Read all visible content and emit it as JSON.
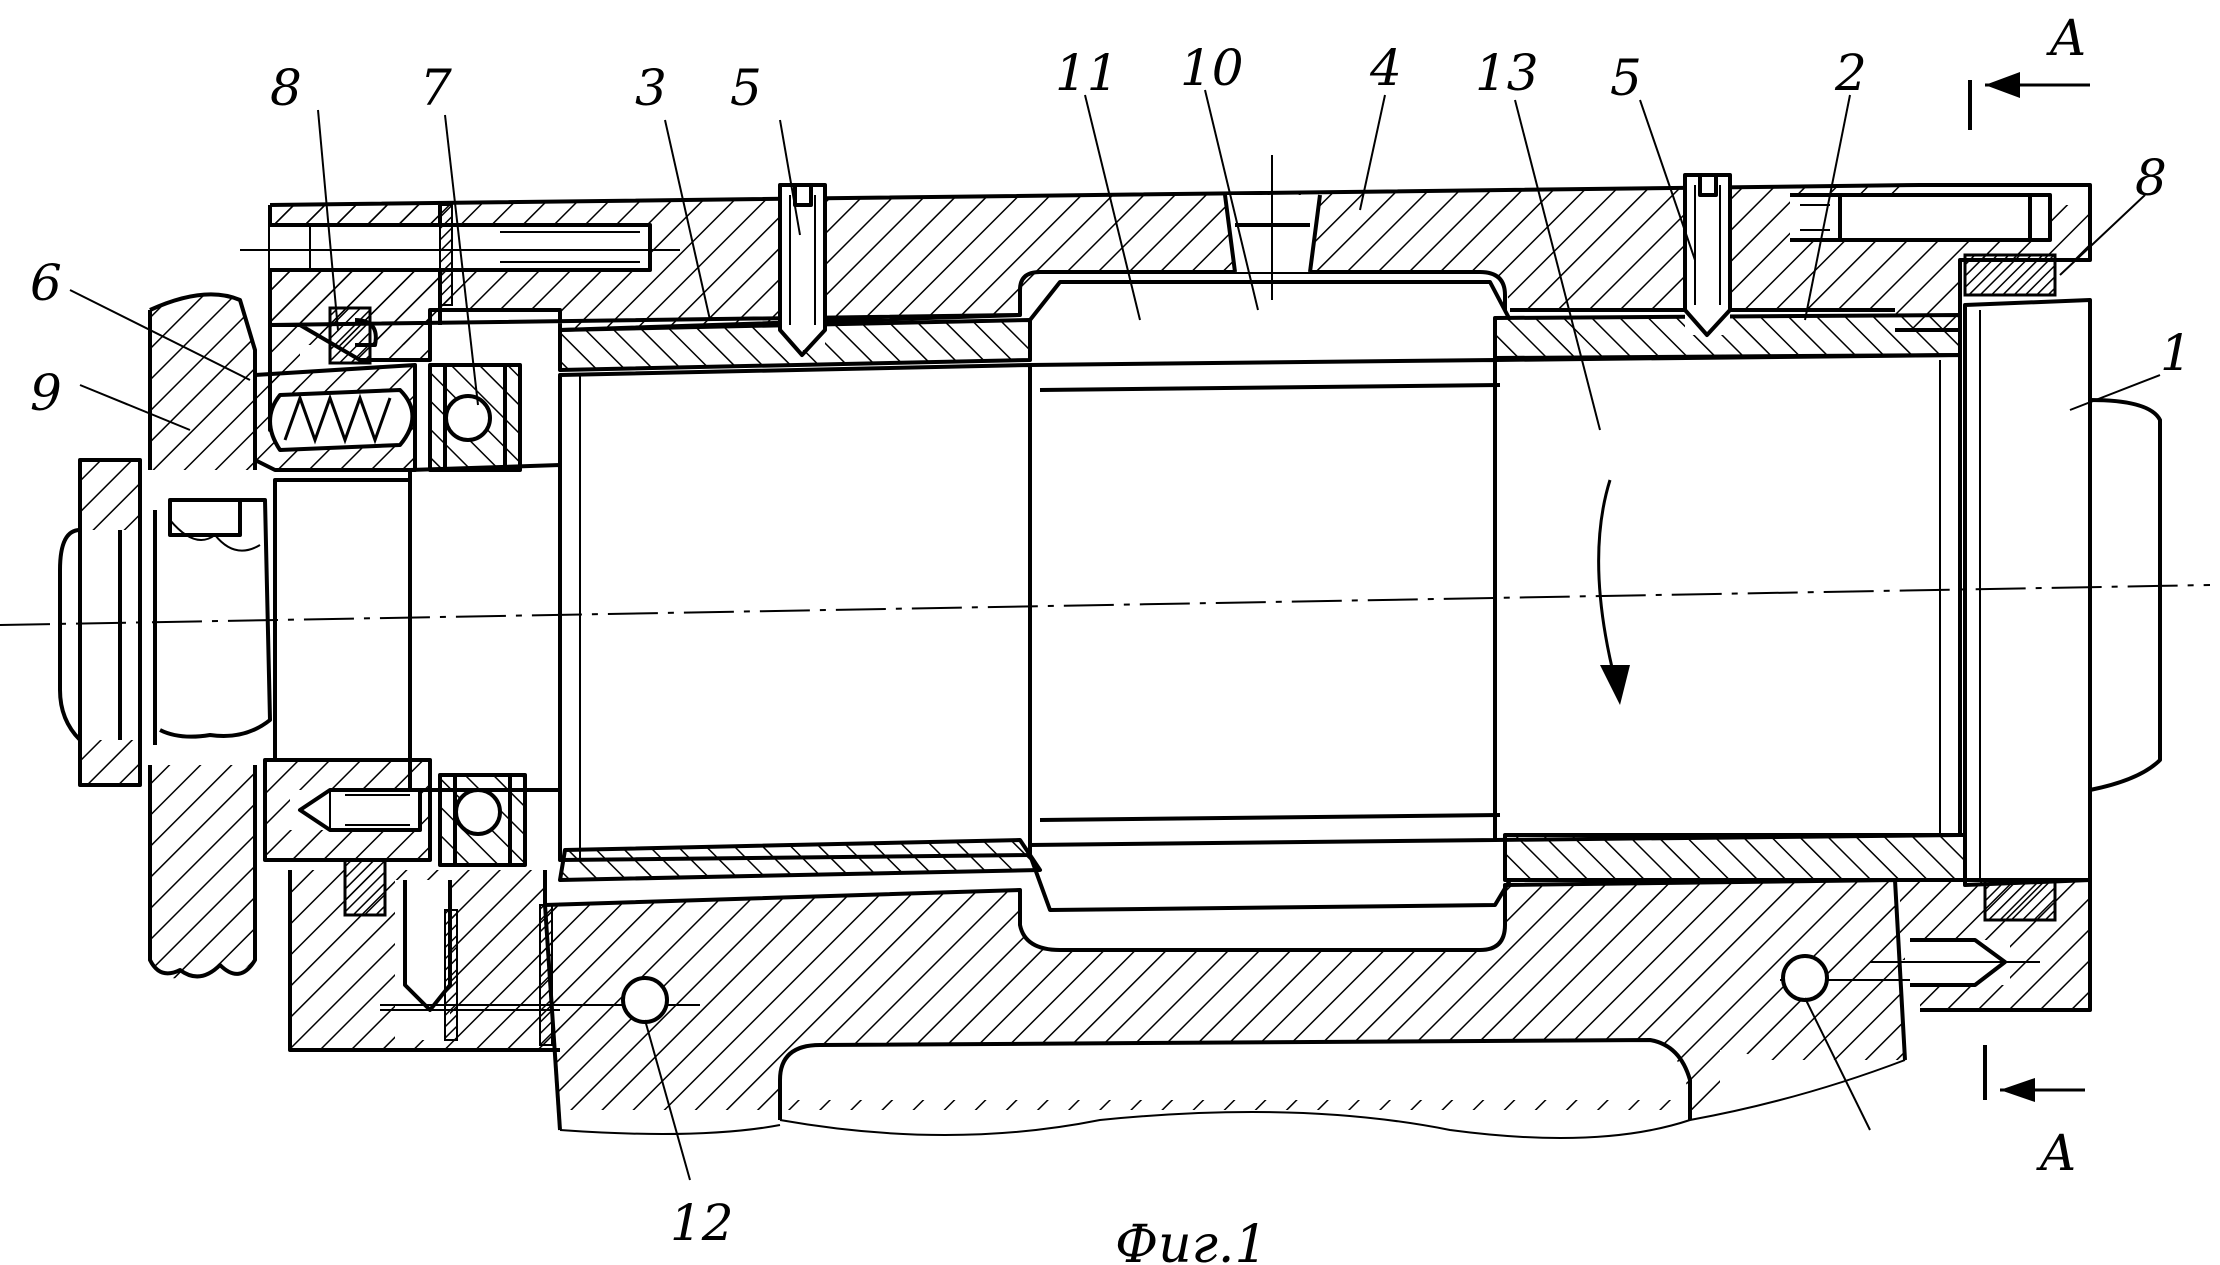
{
  "figure": {
    "caption": "Фиг.1",
    "section_marker": "A"
  },
  "part_labels": [
    {
      "id": "8-left",
      "text": "8"
    },
    {
      "id": "7",
      "text": "7"
    },
    {
      "id": "3",
      "text": "3"
    },
    {
      "id": "5-left",
      "text": "5"
    },
    {
      "id": "11",
      "text": "11"
    },
    {
      "id": "10",
      "text": "10"
    },
    {
      "id": "4",
      "text": "4"
    },
    {
      "id": "13",
      "text": "13"
    },
    {
      "id": "5-right",
      "text": "5"
    },
    {
      "id": "2",
      "text": "2"
    },
    {
      "id": "8-right",
      "text": "8"
    },
    {
      "id": "6",
      "text": "6"
    },
    {
      "id": "9",
      "text": "9"
    },
    {
      "id": "1",
      "text": "1"
    },
    {
      "id": "12",
      "text": "12"
    }
  ]
}
